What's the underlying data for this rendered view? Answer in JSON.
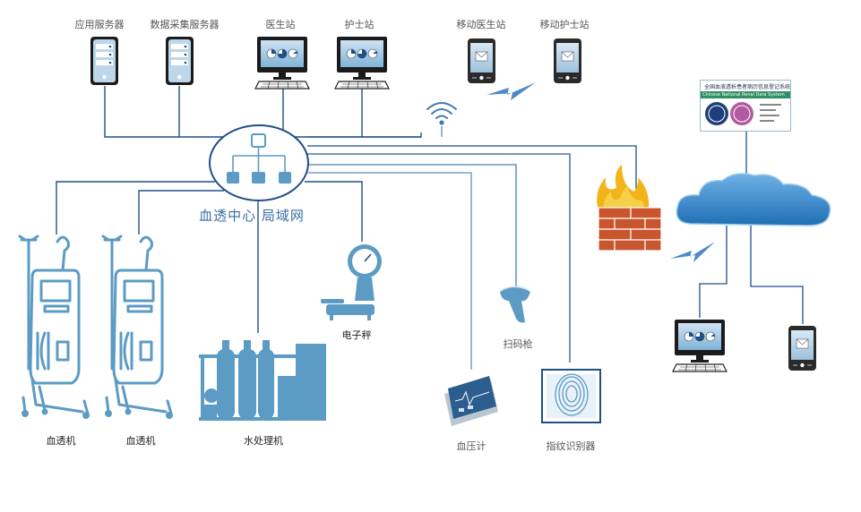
{
  "labels": {
    "app_server": "应用服务器",
    "data_server": "数据采集服务器",
    "doctor_station": "医生站",
    "nurse_station": "护士站",
    "mobile_doctor": "移动医生站",
    "mobile_nurse": "移动护士站",
    "lan": "血透中心 局域网",
    "scale": "电子秤",
    "dialysis_1": "血透机",
    "dialysis_2": "血透机",
    "water": "水处理机",
    "scanner": "扫码枪",
    "bp": "血压计",
    "fingerprint": "指纹识别器"
  },
  "registry_banner": {
    "title": "全国血液透析患者病历信息登记系统",
    "subtitle": "Chinese National Renal Data System"
  },
  "colors": {
    "line": "#1e4f86",
    "device": "#5b9bc4",
    "cloud": "#2b7fc3",
    "firewall": "#c8552e",
    "flame": "#f2b418"
  }
}
